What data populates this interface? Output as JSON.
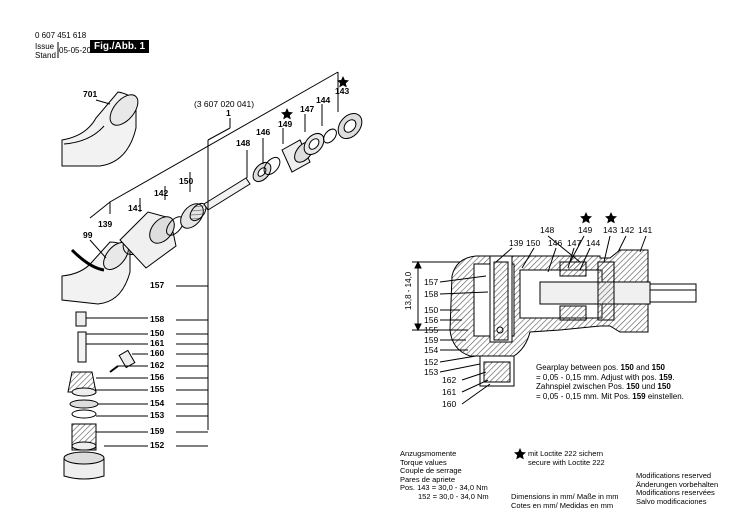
{
  "header": {
    "part_number": "0 607 451 618",
    "issue_label": "Issue",
    "stand_label": "Stand",
    "date": "05-05-20",
    "figure_label": "Fig./Abb. 1"
  },
  "exploded_view": {
    "labels": {
      "p701": "701",
      "p99": "99",
      "p139": "139",
      "p141": "141",
      "p142": "142",
      "p150": "150",
      "p148": "148",
      "p146": "146",
      "p149": "149",
      "p147": "147",
      "p144": "144",
      "p143": "143",
      "assembly": "(3 607 020 041)",
      "p1": "1"
    },
    "left_column": [
      "157",
      "158",
      "150",
      "161",
      "160",
      "162",
      "156",
      "155",
      "154",
      "153",
      "159",
      "152"
    ]
  },
  "section_view": {
    "top_labels": [
      "139",
      "150",
      "146",
      "147",
      "144",
      "148",
      "149",
      "143",
      "142",
      "141"
    ],
    "left_labels": [
      "157",
      "158",
      "150",
      "156",
      "155",
      "159",
      "154",
      "152",
      "153"
    ],
    "bottom_labels": [
      "162",
      "161",
      "160"
    ],
    "dimension": "13,8 - 14,0"
  },
  "notes": {
    "line1_pre": "Gearplay between pos. ",
    "line1_b1": "150",
    "line1_mid": " and ",
    "line1_b2": "150",
    "line2_pre": "= 0,05 - 0,15 mm. Adjust with pos. ",
    "line2_b": "159",
    "line2_post": ".",
    "line3_pre": "Zahnspiel zwischen Pos. ",
    "line3_b1": "150",
    "line3_mid": " und ",
    "line3_b2": "150",
    "line4_pre": "= 0,05 - 0,15 mm. Mit Pos. ",
    "line4_b": "159",
    "line4_post": " einstellen."
  },
  "footer": {
    "torque": [
      "Anzugsmomente",
      "Torque values",
      "Couple de serrage",
      "Pares de apriete"
    ],
    "torque_values": [
      "Pos. 143 = 30,0 - 34,0 Nm",
      "152 = 30,0 - 34,0 Nm"
    ],
    "loctite": [
      "mit Loctite 222 sichern",
      "secure with Loctite 222"
    ],
    "dimensions": [
      "Dimensions in mm/ Maße in mm",
      "Cotes en mm/ Medidas en mm"
    ],
    "modifications": [
      "Modifications reserved",
      "Änderungen vorbehalten",
      "Modifications reservées",
      "Salvo modificaciones"
    ]
  },
  "colors": {
    "ink": "#000000",
    "hatch": "#555555",
    "paper": "#ffffff"
  }
}
